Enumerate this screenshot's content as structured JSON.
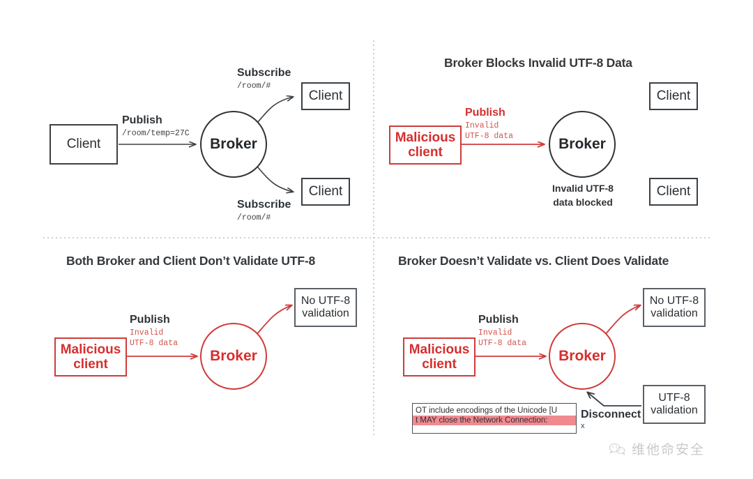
{
  "figure": {
    "type": "diagram",
    "description": "Four-panel MQTT UTF-8 validation diagram",
    "colors": {
      "dark_stroke": "#3b4045",
      "red_stroke": "#cf3b3b",
      "red_text": "#d62e2e",
      "highlight": "#f08a8f",
      "divider": "#b9bdc1"
    }
  },
  "panels": {
    "top_left": {
      "title": "",
      "nodes": {
        "client_publisher": "Client",
        "broker": "Broker",
        "client_sub_top": "Client",
        "client_sub_bottom": "Client"
      },
      "labels": {
        "publish": "Publish",
        "publish_topic": "/room/temp=27C",
        "subscribe_top": "Subscribe",
        "subscribe_top_topic": "/room/#",
        "subscribe_bottom": "Subscribe",
        "subscribe_bottom_topic": "/room/#"
      }
    },
    "top_right": {
      "title": "Broker Blocks Invalid UTF-8 Data",
      "nodes": {
        "malicious_client_line1": "Malicious",
        "malicious_client_line2": "client",
        "broker": "Broker",
        "client_top": "Client",
        "client_bottom": "Client"
      },
      "labels": {
        "publish": "Publish",
        "payload_line1": "Invalid",
        "payload_line2": "UTF-8 data",
        "blocked_line1": "Invalid UTF-8",
        "blocked_line2": "data blocked"
      }
    },
    "bottom_left": {
      "title": "Both Broker and Client Don’t Validate UTF-8",
      "nodes": {
        "malicious_client_line1": "Malicious",
        "malicious_client_line2": "client",
        "broker": "Broker",
        "no_validation_line1": "No UTF-8",
        "no_validation_line2": "validation"
      },
      "labels": {
        "publish": "Publish",
        "payload_line1": "Invalid",
        "payload_line2": "UTF-8 data"
      }
    },
    "bottom_right": {
      "title": "Broker Doesn’t Validate vs. Client Does Validate",
      "nodes": {
        "malicious_client_line1": "Malicious",
        "malicious_client_line2": "client",
        "broker": "Broker",
        "no_validation_line1": "No UTF-8",
        "no_validation_line2": "validation",
        "utf8_validation_line1": "UTF-8",
        "utf8_validation_line2": "validation"
      },
      "labels": {
        "publish": "Publish",
        "payload_line1": "Invalid",
        "payload_line2": "UTF-8 data",
        "disconnect": "Disconnect",
        "disconnect_code": "x"
      },
      "callout": {
        "line1": "OT include encodings of the Unicode [U",
        "line2": "t MAY close the Network Connection:"
      }
    }
  },
  "watermark": {
    "text": "维他命安全",
    "icon": "wechat-logo-icon"
  }
}
